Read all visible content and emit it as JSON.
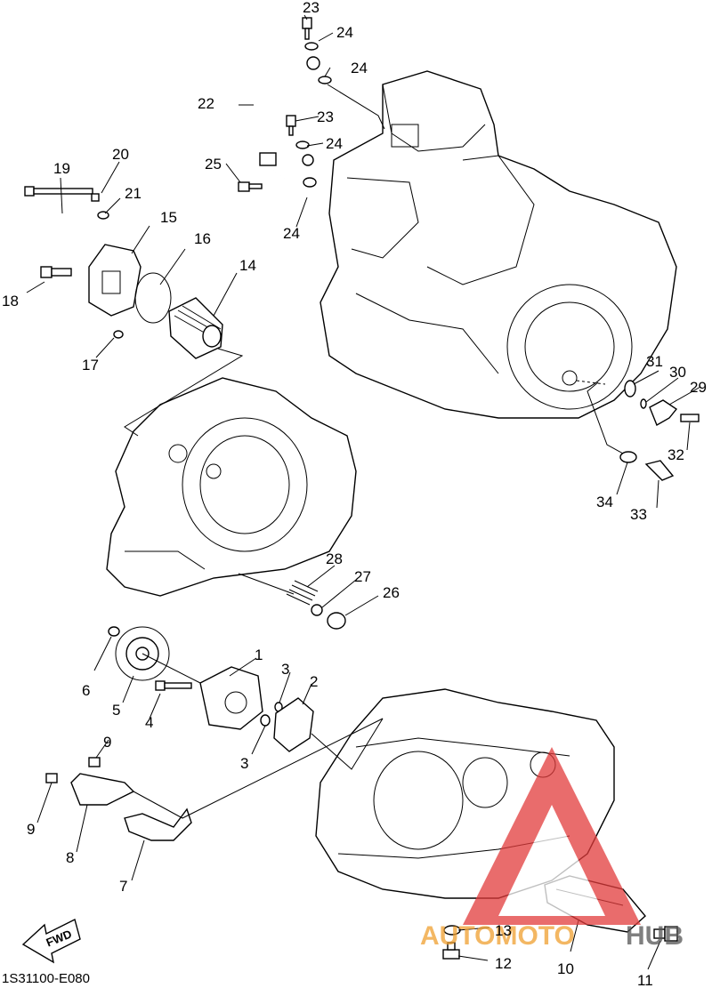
{
  "diagram_code": "1S31100-E080",
  "fwd_label": "FWD",
  "watermark": {
    "text_a": "AUTOMOTO",
    "text_b": "HUB",
    "color_a": "#f0a030",
    "color_b": "#555555",
    "triangle_color": "#e23b3b"
  },
  "callouts": [
    "1",
    "2",
    "3",
    "3",
    "4",
    "5",
    "6",
    "7",
    "8",
    "9",
    "9",
    "10",
    "11",
    "12",
    "13",
    "14",
    "15",
    "16",
    "17",
    "18",
    "19",
    "20",
    "21",
    "22",
    "23",
    "23",
    "24",
    "24",
    "24",
    "24",
    "25",
    "26",
    "27",
    "28",
    "29",
    "30",
    "31",
    "32",
    "33",
    "34"
  ]
}
